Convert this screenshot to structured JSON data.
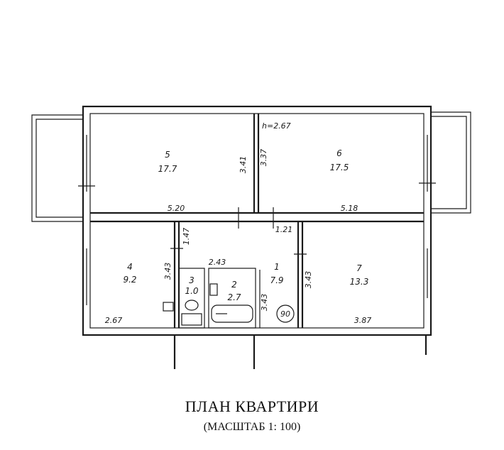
{
  "plan": {
    "ceiling_height": "h=2.67",
    "circled_label": "90",
    "rooms": [
      {
        "number": "5",
        "area": "17.7"
      },
      {
        "number": "6",
        "area": "17.5"
      },
      {
        "number": "4",
        "area": "9.2"
      },
      {
        "number": "3",
        "area": "1.0"
      },
      {
        "number": "2",
        "area": "2.7"
      },
      {
        "number": "1",
        "area": "7.9"
      },
      {
        "number": "7",
        "area": "13.3"
      }
    ],
    "dimensions": [
      "5.20",
      "3.41",
      "3.37",
      "5.18",
      "1.47",
      "1.21",
      "3.43",
      "2.43",
      "3.43",
      "3.43",
      "2.67",
      "3.87"
    ]
  },
  "caption": {
    "title": "ПЛАН КВАРТИРИ",
    "scale": "(МАСШТАБ 1: 100)"
  }
}
